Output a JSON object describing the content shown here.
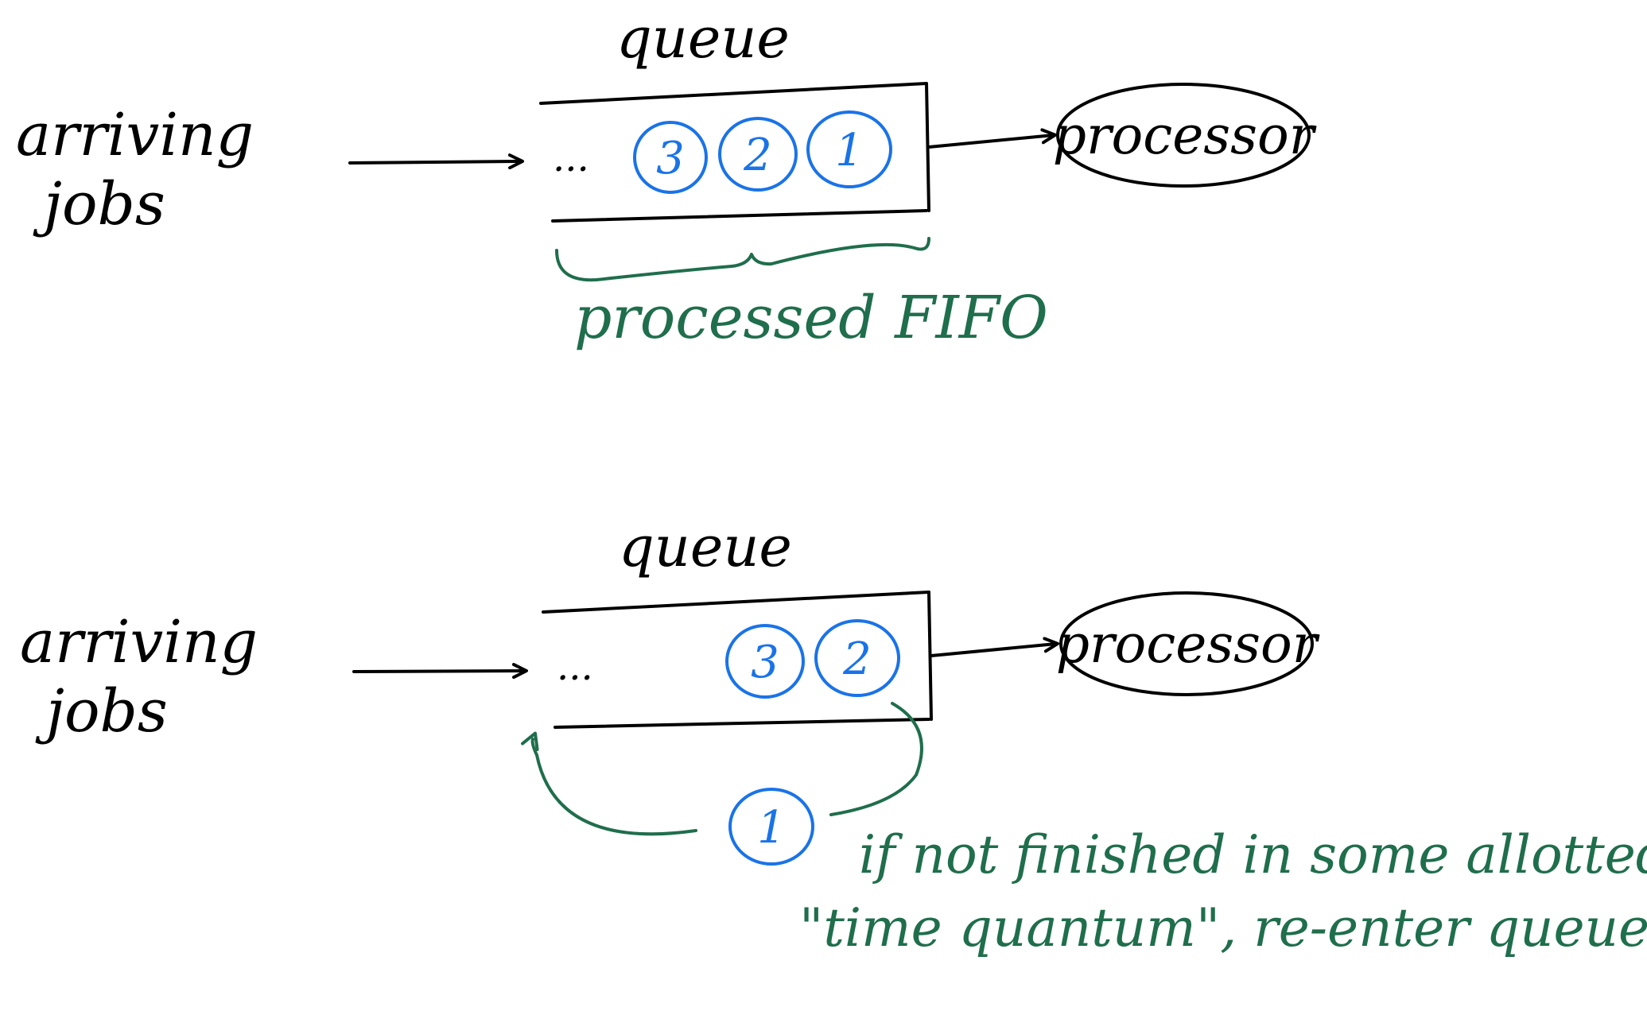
{
  "diagram1": {
    "input_label_line1": "arriving",
    "input_label_line2": "jobs",
    "queue_label": "queue",
    "ellipsis": "...",
    "jobs": [
      "3",
      "2",
      "1"
    ],
    "processor_label": "processor",
    "brace_label": "processed FIFO"
  },
  "diagram2": {
    "input_label_line1": "arriving",
    "input_label_line2": "jobs",
    "queue_label": "queue",
    "ellipsis": "...",
    "jobs": [
      "3",
      "2"
    ],
    "processor_label": "processor",
    "recycled_job": "1",
    "note_line1": "if not finished in some allotted",
    "note_line2": "\"time quantum\", re-enter queue at end"
  },
  "colors": {
    "ink": "#000000",
    "job_circles": "#1a73e8",
    "annotations": "#1f6e4c"
  }
}
